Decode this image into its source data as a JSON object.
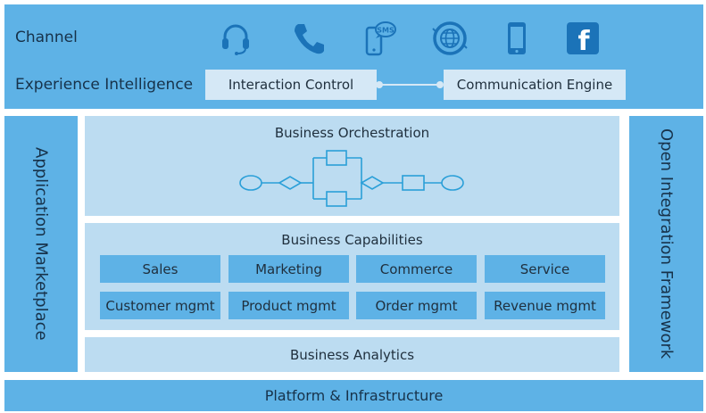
{
  "channel": {
    "label": "Channel",
    "icons": [
      "headset-icon",
      "phone-icon",
      "sms-icon",
      "web-globe-icon",
      "mobile-icon",
      "facebook-icon"
    ],
    "sms_text": "SMS",
    "facebook_text": "f"
  },
  "experience": {
    "label": "Experience Intelligence",
    "interaction_control": "Interaction Control",
    "communication_engine": "Communication  Engine"
  },
  "side": {
    "left": "Application Marketplace",
    "right": "Open Integration Framework"
  },
  "orchestration": {
    "title": "Business Orchestration"
  },
  "capabilities": {
    "title": "Business Capabilities",
    "items": [
      "Sales",
      "Marketing",
      "Commerce",
      "Service",
      "Customer mgmt",
      "Product mgmt",
      "Order mgmt",
      "Revenue mgmt"
    ]
  },
  "analytics": {
    "title": "Business  Analytics"
  },
  "platform": {
    "label": "Platform & Infrastructure"
  },
  "colors": {
    "band_blue": "#5eb2e6",
    "panel_light": "#bcdcf1",
    "box_light": "#d5e8f6",
    "icon_blue": "#1b73b8",
    "flow_blue": "#2a9fd8"
  }
}
